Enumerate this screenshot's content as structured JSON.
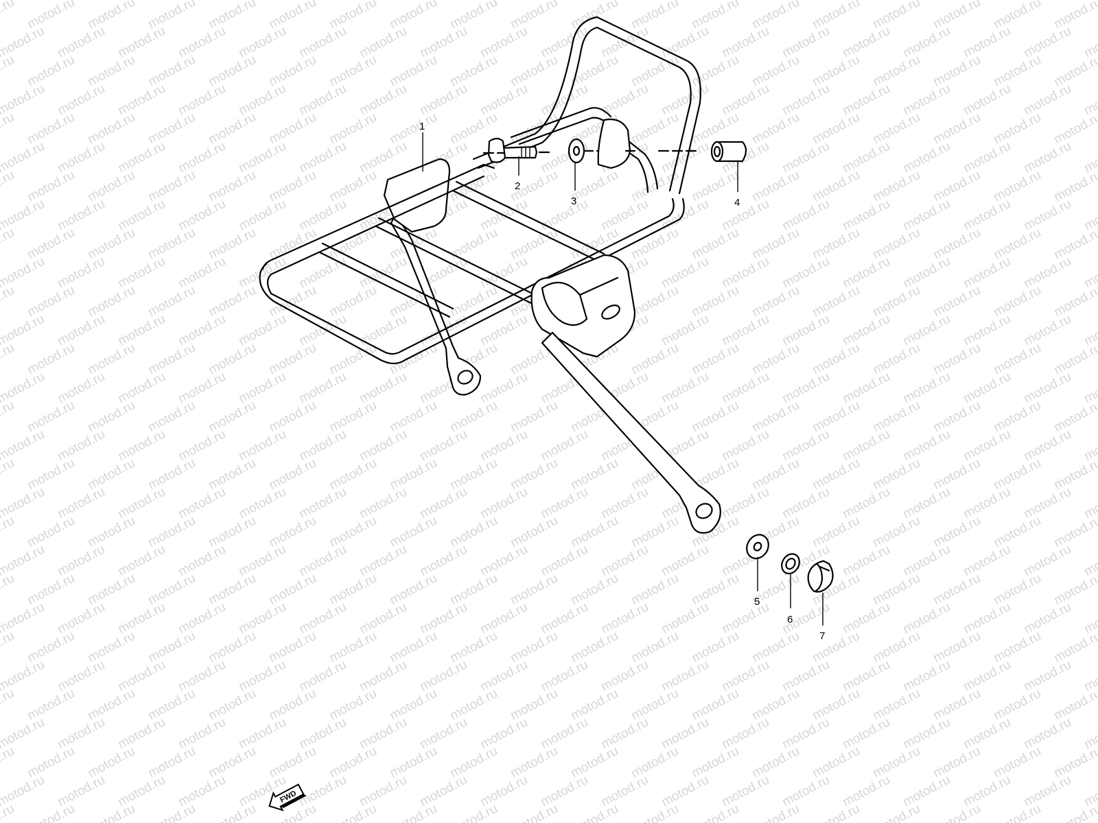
{
  "watermark": {
    "text": "motod.ru",
    "color": "#d6d6d6"
  },
  "diagram": {
    "parts": [
      {
        "number": "1",
        "name": "rear-carrier-rack"
      },
      {
        "number": "2",
        "name": "bolt"
      },
      {
        "number": "3",
        "name": "washer"
      },
      {
        "number": "4",
        "name": "spacer"
      },
      {
        "number": "5",
        "name": "washer"
      },
      {
        "number": "6",
        "name": "lock-washer"
      },
      {
        "number": "7",
        "name": "cap-nut"
      }
    ],
    "direction_marker": {
      "label": "FWD"
    }
  }
}
